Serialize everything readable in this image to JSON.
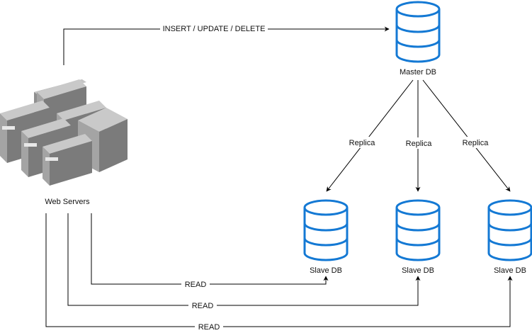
{
  "nodes": {
    "web_servers": "Web Servers",
    "master_db": "Master DB",
    "slave_db_1": "Slave DB",
    "slave_db_2": "Slave DB",
    "slave_db_3": "Slave DB"
  },
  "edges": {
    "write": "INSERT / UPDATE / DELETE",
    "replica_1": "Replica",
    "replica_2": "Replica",
    "replica_3": "Replica",
    "read_1": "READ",
    "read_2": "READ",
    "read_3": "READ"
  },
  "colors": {
    "db_stroke": "#1479d4",
    "line": "#000000",
    "server_front": "#8a8a8a",
    "server_top": "#bdbdbd",
    "server_side": "#6e6e6e"
  }
}
